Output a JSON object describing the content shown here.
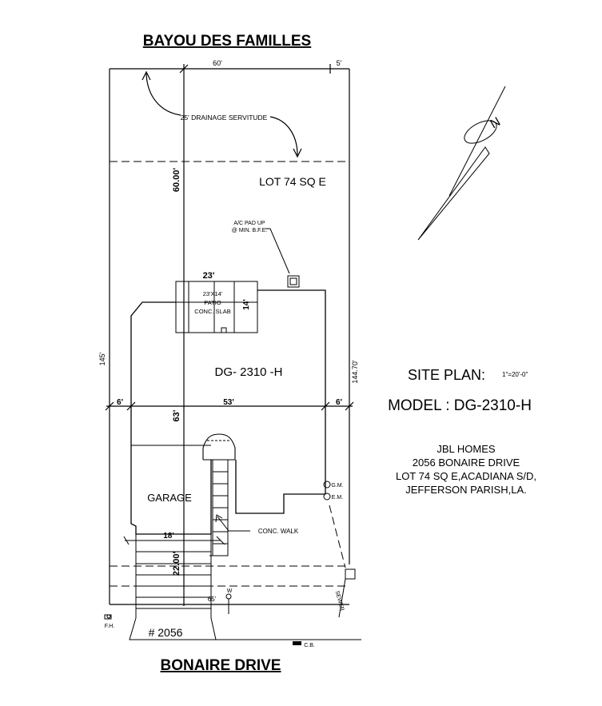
{
  "streets": {
    "top": "BAYOU DES FAMILLES",
    "bottom": "BONAIRE  DRIVE"
  },
  "dimensions": {
    "top_width": "60'",
    "top_side": "5'",
    "left_depth": "145'",
    "right_depth": "144.70'",
    "rear_setback": "60.00'",
    "house_width": "53'",
    "side_left": "6'",
    "side_right": "6'",
    "house_depth": "63'",
    "garage_width": "18'",
    "front_setback": "22.00'",
    "front_width": "65'",
    "patio_width": "23'",
    "patio_depth": "14'"
  },
  "labels": {
    "drainage": "25' DRAINAGE SERVITUDE",
    "lot": "LOT 74 SQ E",
    "ac_pad_line1": "A/C PAD UP",
    "ac_pad_line2": "@ MIN. B.F.E.",
    "patio_line1": "23'X14'",
    "patio_line2": "PATIO",
    "patio_line3": "CONC. SLAB",
    "house_model": "DG- 2310 -H",
    "garage": "GARAGE",
    "conc_walk": "CONC. WALK",
    "gas_meter": "G.M.",
    "elec_meter": "E.M.",
    "sewer": "SEWER",
    "water": "W",
    "fire_hydrant": "F.H.",
    "catch_basin": "C.B.",
    "address_number": "# 2056",
    "north": "N"
  },
  "title_block": {
    "site_plan": "SITE PLAN:",
    "scale": "1\"=20'-0\"",
    "model": "MODEL : DG-2310-H",
    "line1": "JBL HOMES",
    "line2": "2056 BONAIRE DRIVE",
    "line3": "LOT 74  SQ E,ACADIANA S/D,",
    "line4": "JEFFERSON PARISH,LA."
  }
}
